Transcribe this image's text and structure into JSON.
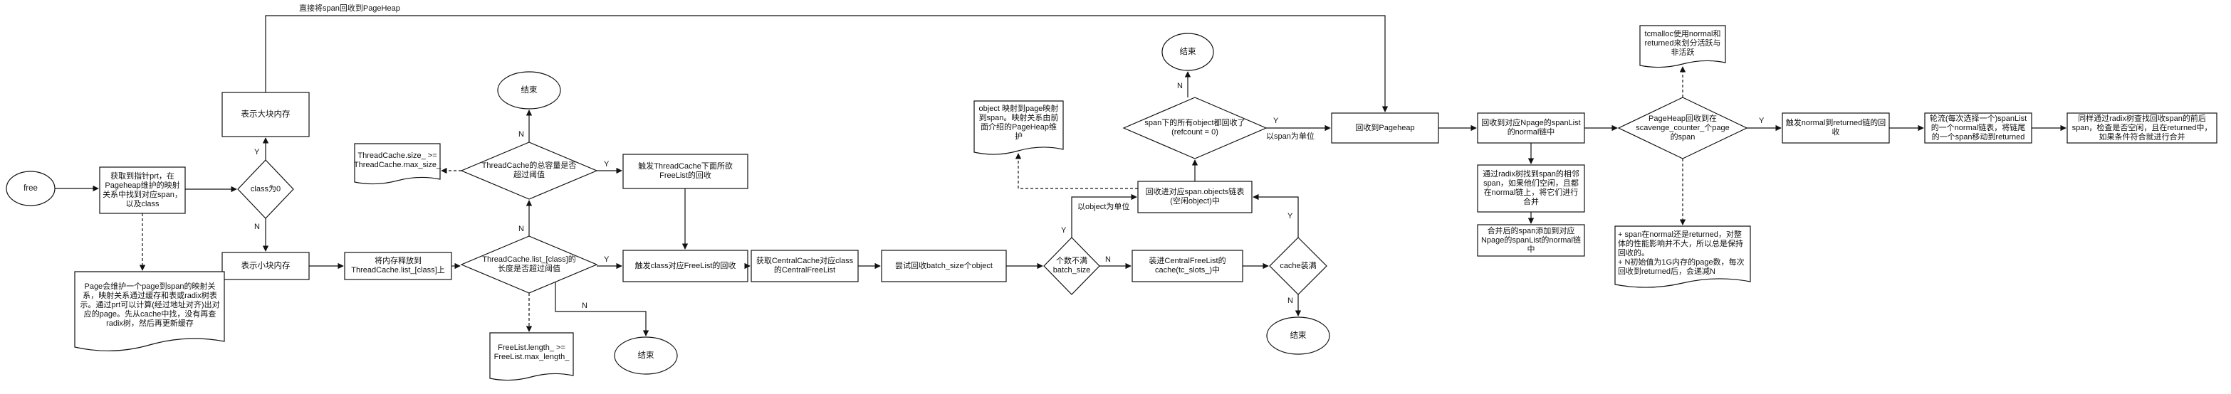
{
  "nodes": {
    "free": "free",
    "get_span": "获取到指针prt，在Pageheap维护的映射关系中找到对应span，以及class",
    "class_zero": "class为0",
    "big_mem": "表示大块内存",
    "small_mem": "表示小块内存",
    "page_note": "Page会维护一个page到span的映射关系，映射关系通过缓存和表或radix树表示。通过prt可以计算(经过地址对齐)出对应的page。先从cache中找，没有再查radix树，然后再更新缓存",
    "return_tc": "将内存释放到ThreadCache.list_[class]上",
    "tc_list_check": "ThreadCache.list_[class]的长度是否超过阈值",
    "tc_size_check": "ThreadCache的总容量是否超过阈值",
    "tc_size_note": "ThreadCache.size_ >= ThreadCache.max_size_",
    "end1": "结束",
    "trigger_gc": "触发ThreadCache下面所欲FreeList的回收",
    "trigger_freelist": "触发class对应FreeList的回收",
    "freelist_note": "FreeList.length_ >= FreeList.max_length_",
    "end2": "结束",
    "get_central": "获取CentralCache对应class的CentralFreeList",
    "try_batch": "尝试回收batch_size个object",
    "count_check": "个数不满batch_size",
    "install_cache": "装进CentralFreeList的cache(tc_slots_)中",
    "cache_full": "cache装满",
    "end3": "结束",
    "recycle_span": "回收进对应span.objects链表(空闲object)中",
    "object_note": "object 映射到page映射到span。映射关系由前面介绍的PageHeap维护",
    "span_check": "span下的所有object都回收了(refcount = 0)",
    "end4": "结束",
    "to_pageheap": "回收到Pageheap",
    "to_npage": "回收到对应Npage的spanList的normal链中",
    "radix_merge": "通过radix树找到span的相邻span，如果他们空闲，且都在normal链上，将它们进行合并",
    "merged_note": "合并后的span添加到对应Npage的spanList的normal链中",
    "n_pages_check": "PageHeap回收到在scavenge_counter_个page的span",
    "tcmalloc_note": "tcmalloc使用normal和returned来划分活跃与非活跃",
    "returned_note": "+ span在normal还是returned，对整体的性能影响并不大，所以总是保持回收的。\n+ N初始值为1G内存的page数，每次回收到returned后，会递减N",
    "trigger_normal": "触发normal到returned链的回收",
    "round_robin": "轮流(每次选择一个)spanList的一个normal链表，将链尾的一个span移动到returned",
    "final_note": "同样通过radix树查找回收span的前后span，检查是否空闲，且在returned中，如果条件符合就进行合并"
  },
  "edges": {
    "yes": "Y",
    "no": "N",
    "top_arrow": "直接将span回收到PageHeap",
    "object_unit": "以object为单位",
    "span_unit": "以span为单位"
  }
}
